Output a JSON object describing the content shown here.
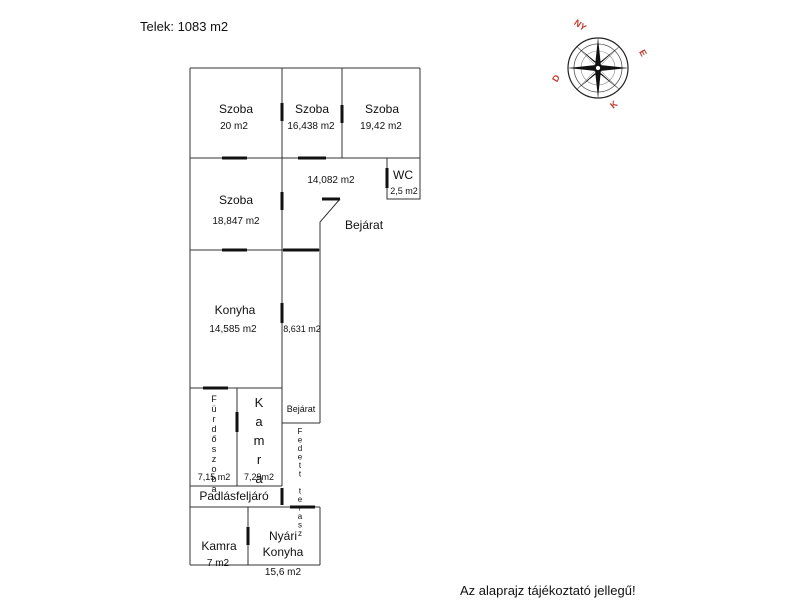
{
  "plot_label": "Telek: 1083 m2",
  "disclaimer": "Az alaprajz tájékoztató jellegű!",
  "compass": {
    "letters": [
      "NY",
      "E",
      "K",
      "D"
    ],
    "accent": "#c0392b"
  },
  "rooms": {
    "szoba1": {
      "name": "Szoba",
      "area": "20 m2"
    },
    "szoba2": {
      "name": "Szoba",
      "area": "16,438 m2"
    },
    "szoba3": {
      "name": "Szoba",
      "area": "19,42 m2"
    },
    "szoba4": {
      "name": "Szoba",
      "area": "18,847 m2"
    },
    "hall": {
      "area": "14,082 m2"
    },
    "wc": {
      "name": "WC",
      "area": "2,5 m2"
    },
    "konyha": {
      "name": "Konyha",
      "area": "14,585 m2"
    },
    "corridor": {
      "area": "8,631 m2"
    },
    "furdo": {
      "name": "Fürdőszoba",
      "area": "7,15 m2"
    },
    "kamra1": {
      "name": "Kamra",
      "area": "7,29m2"
    },
    "fedett": {
      "name": "Fedett terasz"
    },
    "padlas": {
      "name": "Padlásfeljáró"
    },
    "kamra2": {
      "name": "Kamra",
      "area": "7 m2"
    },
    "nyari": {
      "name_line1": "Nyári",
      "name_line2": "Konyha",
      "area": "15,6 m2"
    }
  },
  "entrances": [
    "Bejárat",
    "Bejárat"
  ]
}
